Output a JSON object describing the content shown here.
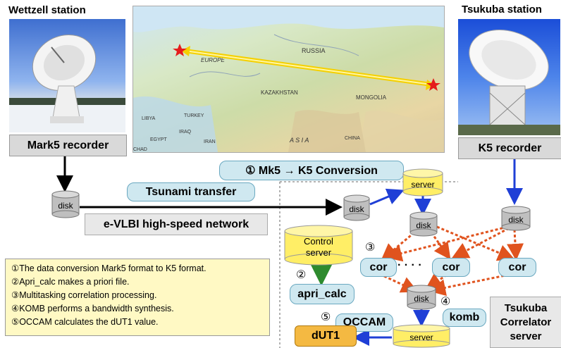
{
  "stations": {
    "left_title": "Wettzell station",
    "right_title": "Tsukuba station",
    "left_recorder": "Mark5 recorder",
    "right_recorder": "K5 recorder"
  },
  "map_labels": {
    "russia": "RUSSIA",
    "europe": "EUROPE",
    "mongolia": "MONGOLIA",
    "kazakhstan": "KAZAKHSTAN",
    "turkey": "TURKEY",
    "libya": "LIBYA",
    "iraq": "IRAQ",
    "egypt": "EGYPT",
    "iran": "IRAN",
    "chad": "CHAD",
    "asia": "A S I A",
    "china": "CHINA"
  },
  "flow": {
    "conversion": "① Mk5 → K5 Conversion",
    "tsunami": "Tsunami transfer",
    "network": "e-VLBI high-speed network",
    "disk": "disk",
    "server": "server",
    "control_server": "Control\nserver",
    "apri_calc": "apri_calc",
    "cor": "cor",
    "dots": "· · · ·",
    "komb": "komb",
    "occam": "OCCAM",
    "dut1": "dUT1",
    "correlator": "Tsukuba\nCorrelator\nserver",
    "n2": "②",
    "n3": "③",
    "n4": "④",
    "n5": "⑤"
  },
  "legend": [
    "①The data conversion Mark5 format to K5 format.",
    "②Apri_calc makes a priori file.",
    "③Multitasking correlation processing.",
    "④KOMB performs a bandwidth synthesis.",
    "⑤OCCAM  calculates the dUT1 value."
  ],
  "colors": {
    "arrow_blue": "#1f3fd6",
    "arrow_dotted": "#e0531e",
    "arrow_green": "#2e8b2e",
    "pill_fill": "#cfe8f0",
    "cylinder_yellow": "#ffee66",
    "cylinder_gray": "#bfbfbf",
    "dut1_fill": "#f4b942"
  }
}
